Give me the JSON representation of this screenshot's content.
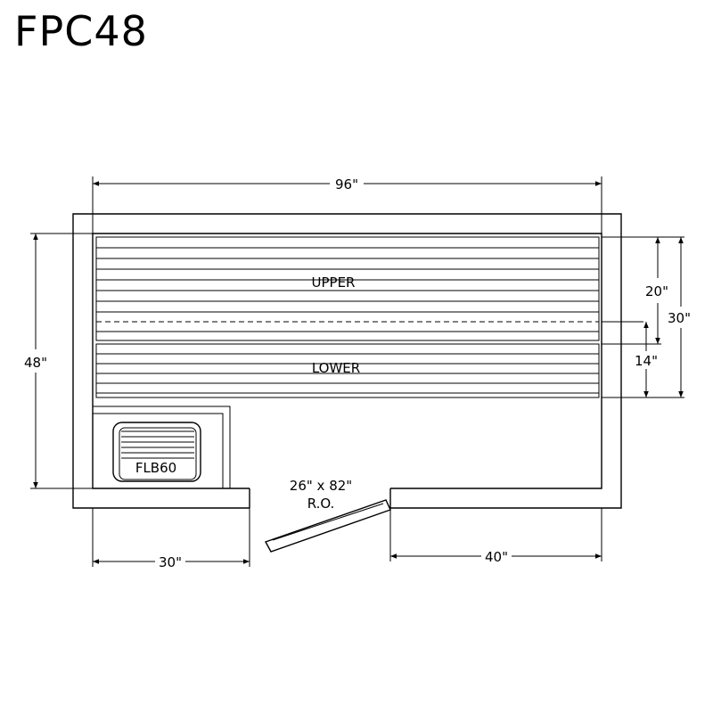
{
  "title": "FPC48",
  "benches": {
    "upper": "UPPER",
    "lower": "LOWER"
  },
  "heater": "FLB60",
  "dimensions": {
    "overall_width": "96\"",
    "overall_depth": "48\"",
    "upper_bench_depth": "20\"",
    "lower_bench_depth": "14\"",
    "total_bench_depth": "30\"",
    "left_wall_length": "30\"",
    "right_wall_length": "40\"",
    "door_opening_line1": "26\" x 82\"",
    "door_opening_line2": "R.O."
  }
}
